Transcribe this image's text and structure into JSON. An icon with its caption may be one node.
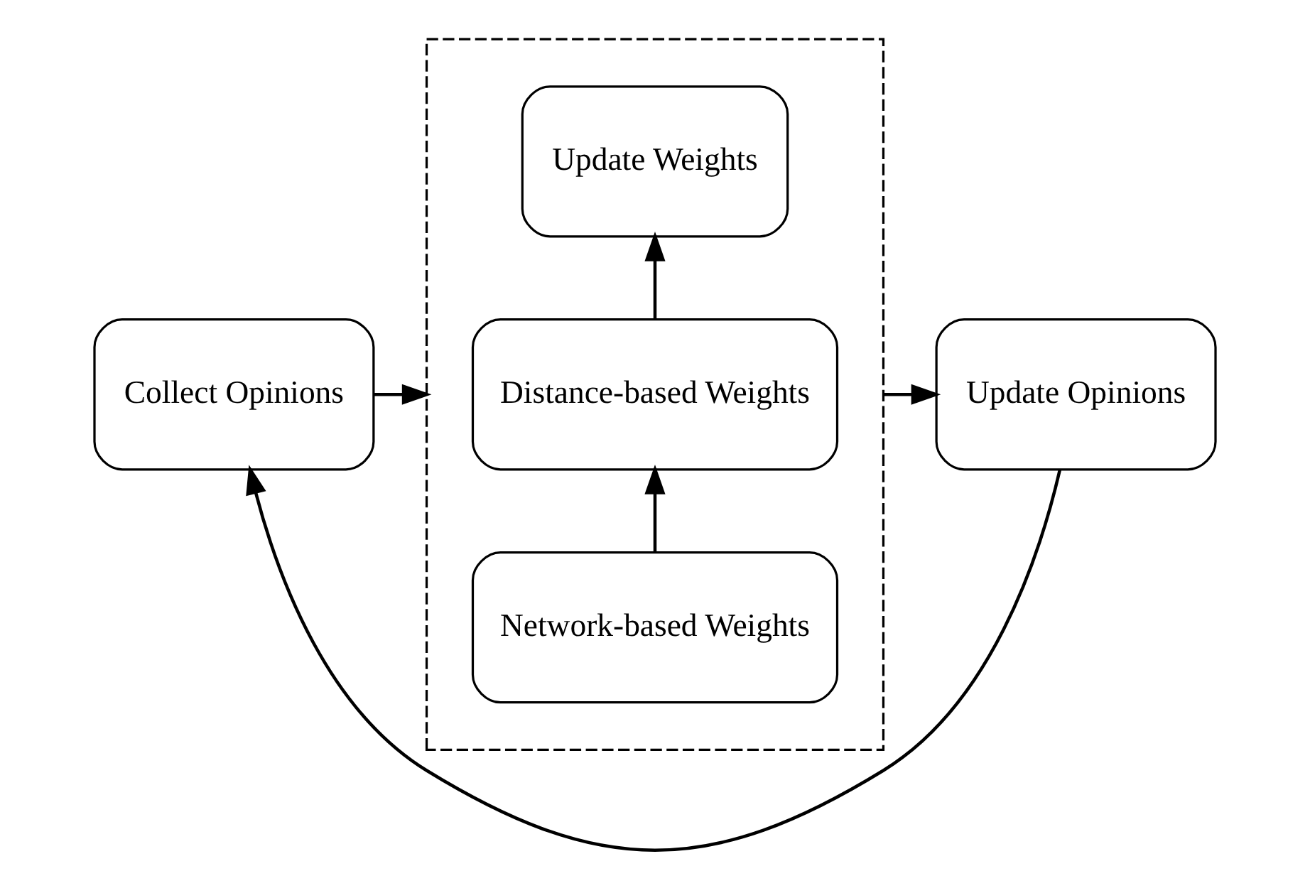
{
  "diagram": {
    "nodes": [
      {
        "text": [
          "Collect Opinions"
        ]
      },
      {
        "text": [],
        "shape": "box"
      },
      {
        "text": [
          "Network-based Weights"
        ],
        "in": 1
      },
      {
        "text": [
          "Distance-based Weights"
        ],
        "in": 1
      },
      {
        "text": [
          "Update Weights"
        ],
        "in": 1
      },
      {
        "text": [
          "Update Opinions"
        ]
      }
    ],
    "edges": [
      {
        "from": 0,
        "to": 1,
        "arrow": "to"
      },
      {
        "from": 2,
        "to": 3,
        "arrow": "to"
      },
      {
        "from": 3,
        "to": 4,
        "arrow": "to"
      },
      {
        "from": 1,
        "to": 5,
        "arrow": "to"
      },
      {
        "from": 5,
        "to": 0,
        "arrow": "to"
      }
    ]
  }
}
